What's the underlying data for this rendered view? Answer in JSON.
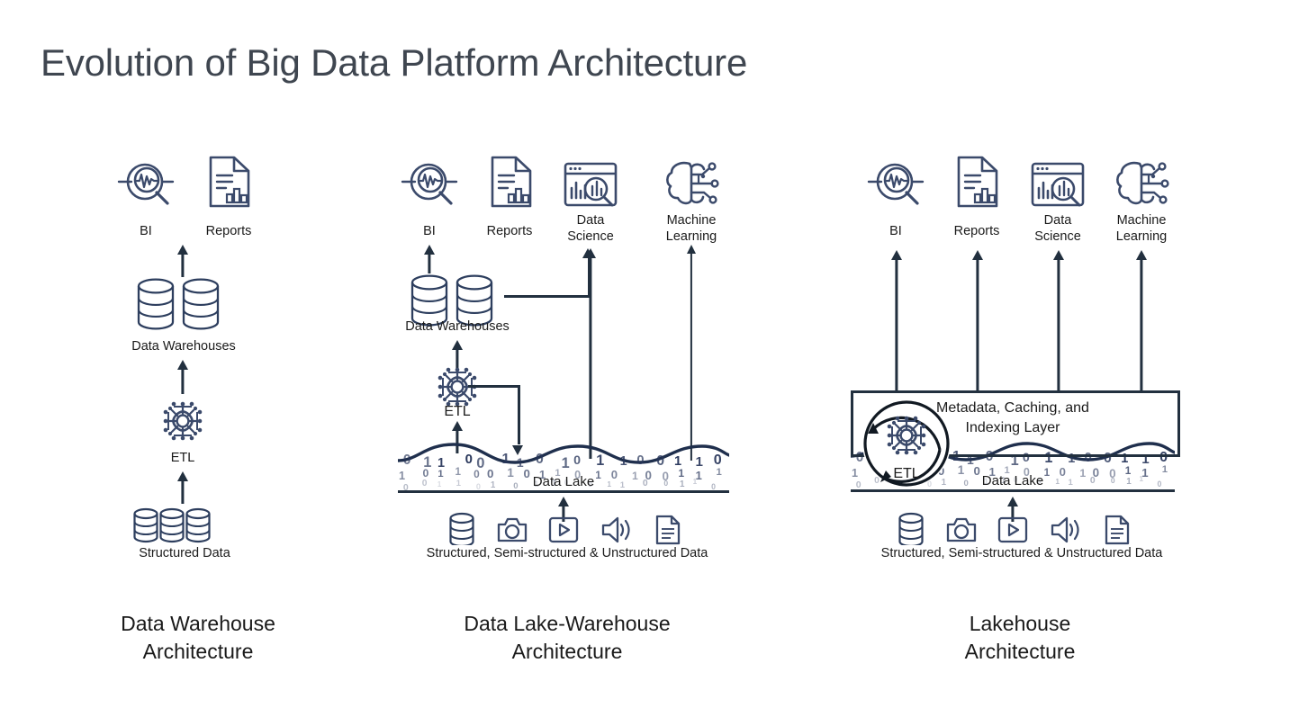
{
  "slide": {
    "title": "Evolution of Big Data Platform Architecture",
    "background_color": "#ffffff",
    "accent_color": "#22303f",
    "icon_color": "#3b4a6b",
    "title_color": "#3f4650"
  },
  "columns": [
    {
      "id": "data-warehouse",
      "caption_line1": "Data Warehouse",
      "caption_line2": "Architecture",
      "consumers": [
        {
          "id": "bi",
          "label": "BI",
          "icon": "bi-magnifier-waveform-icon"
        },
        {
          "id": "reports",
          "label": "Reports",
          "icon": "reports-document-chart-icon"
        }
      ],
      "store": {
        "label": "Data Warehouses",
        "icon": "database-cylinder-pair-icon",
        "count": 2
      },
      "process": {
        "label": "ETL",
        "icon": "etl-chip-icon"
      },
      "source": {
        "label": "Structured Data",
        "icon": "database-cylinder-triple-icon",
        "count": 3
      }
    },
    {
      "id": "data-lake-warehouse",
      "caption_line1": "Data Lake-Warehouse",
      "caption_line2": "Architecture",
      "consumers": [
        {
          "id": "bi",
          "label": "BI",
          "icon": "bi-magnifier-waveform-icon"
        },
        {
          "id": "reports",
          "label": "Reports",
          "icon": "reports-document-chart-icon"
        },
        {
          "id": "data-science",
          "label_line1": "Data",
          "label_line2": "Science",
          "icon": "data-science-browser-chart-icon"
        },
        {
          "id": "machine-learning",
          "label_line1": "Machine",
          "label_line2": "Learning",
          "icon": "machine-learning-brain-circuit-icon"
        }
      ],
      "store": {
        "label": "Data Warehouses",
        "icon": "database-cylinder-pair-icon",
        "count": 2
      },
      "process": {
        "label": "ETL",
        "icon": "etl-chip-icon"
      },
      "lake": {
        "label": "Data Lake",
        "icon": "data-lake-wave-binary-icon"
      },
      "source": {
        "label": "Structured, Semi-structured & Unstructured Data",
        "icons": [
          "database-icon",
          "camera-icon",
          "video-player-icon",
          "speaker-icon",
          "document-icon"
        ]
      }
    },
    {
      "id": "lakehouse",
      "caption_line1": "Lakehouse",
      "caption_line2": "Architecture",
      "consumers": [
        {
          "id": "bi",
          "label": "BI",
          "icon": "bi-magnifier-waveform-icon"
        },
        {
          "id": "reports",
          "label": "Reports",
          "icon": "reports-document-chart-icon"
        },
        {
          "id": "data-science",
          "label_line1": "Data",
          "label_line2": "Science",
          "icon": "data-science-browser-chart-icon"
        },
        {
          "id": "machine-learning",
          "label_line1": "Machine",
          "label_line2": "Learning",
          "icon": "machine-learning-brain-circuit-icon"
        }
      ],
      "layer": {
        "label_line1": "Metadata, Caching, and",
        "label_line2": "Indexing Layer"
      },
      "process": {
        "label": "ETL",
        "icon": "etl-chip-icon"
      },
      "lake": {
        "label": "Data Lake",
        "icon": "data-lake-wave-binary-icon"
      },
      "source": {
        "label": "Structured, Semi-structured & Unstructured Data",
        "icons": [
          "database-icon",
          "camera-icon",
          "video-player-icon",
          "speaker-icon",
          "document-icon"
        ]
      }
    }
  ],
  "binary_digits": [
    "0",
    "1",
    "1",
    "0",
    "0",
    "1",
    "1",
    "0",
    "1",
    "0",
    "1",
    "1",
    "0",
    "0",
    "1",
    "1",
    "0",
    "1",
    "0",
    "1",
    "1",
    "0",
    "0",
    "1",
    "0",
    "1",
    "1",
    "0",
    "1",
    "0",
    "1",
    "0",
    "0",
    "1",
    "1",
    "1",
    "0",
    "0",
    "1",
    "1",
    "0",
    "1",
    "0",
    "1",
    "1",
    "0",
    "0",
    "1",
    "1",
    "0"
  ]
}
